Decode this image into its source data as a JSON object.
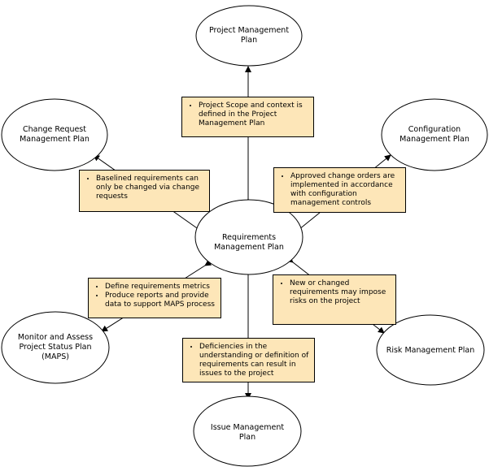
{
  "nodes": {
    "project_mgmt": {
      "lines": [
        "Project Management",
        "Plan"
      ]
    },
    "change_request": {
      "lines": [
        "Change Request",
        "Management Plan"
      ]
    },
    "configuration": {
      "lines": [
        "Configuration",
        "Management Plan"
      ]
    },
    "requirements": {
      "lines": [
        "Requirements",
        "Management Plan"
      ]
    },
    "monitor_assess": {
      "lines": [
        "Monitor and Assess",
        "Project Status Plan",
        "(MAPS)"
      ]
    },
    "risk": {
      "lines": [
        "Risk Management Plan"
      ]
    },
    "issue": {
      "lines": [
        "Issue Management",
        "Plan"
      ]
    }
  },
  "notes": {
    "project_scope": {
      "items": [
        "Project Scope and context is defined in the Project Management Plan"
      ]
    },
    "baselined": {
      "items": [
        "Baselined requirements can only be changed via change requests"
      ]
    },
    "approved_change": {
      "items": [
        "Approved change orders are implemented in accordance with configuration management controls"
      ]
    },
    "metrics": {
      "items": [
        "Define requirements metrics",
        "Produce reports and provide data to support MAPS process"
      ]
    },
    "new_changed": {
      "items": [
        "New or changed requirements may impose risks on the project"
      ]
    },
    "deficiencies": {
      "items": [
        "Deficiencies in the understanding or definition of requirements can result in issues to the project"
      ]
    }
  }
}
